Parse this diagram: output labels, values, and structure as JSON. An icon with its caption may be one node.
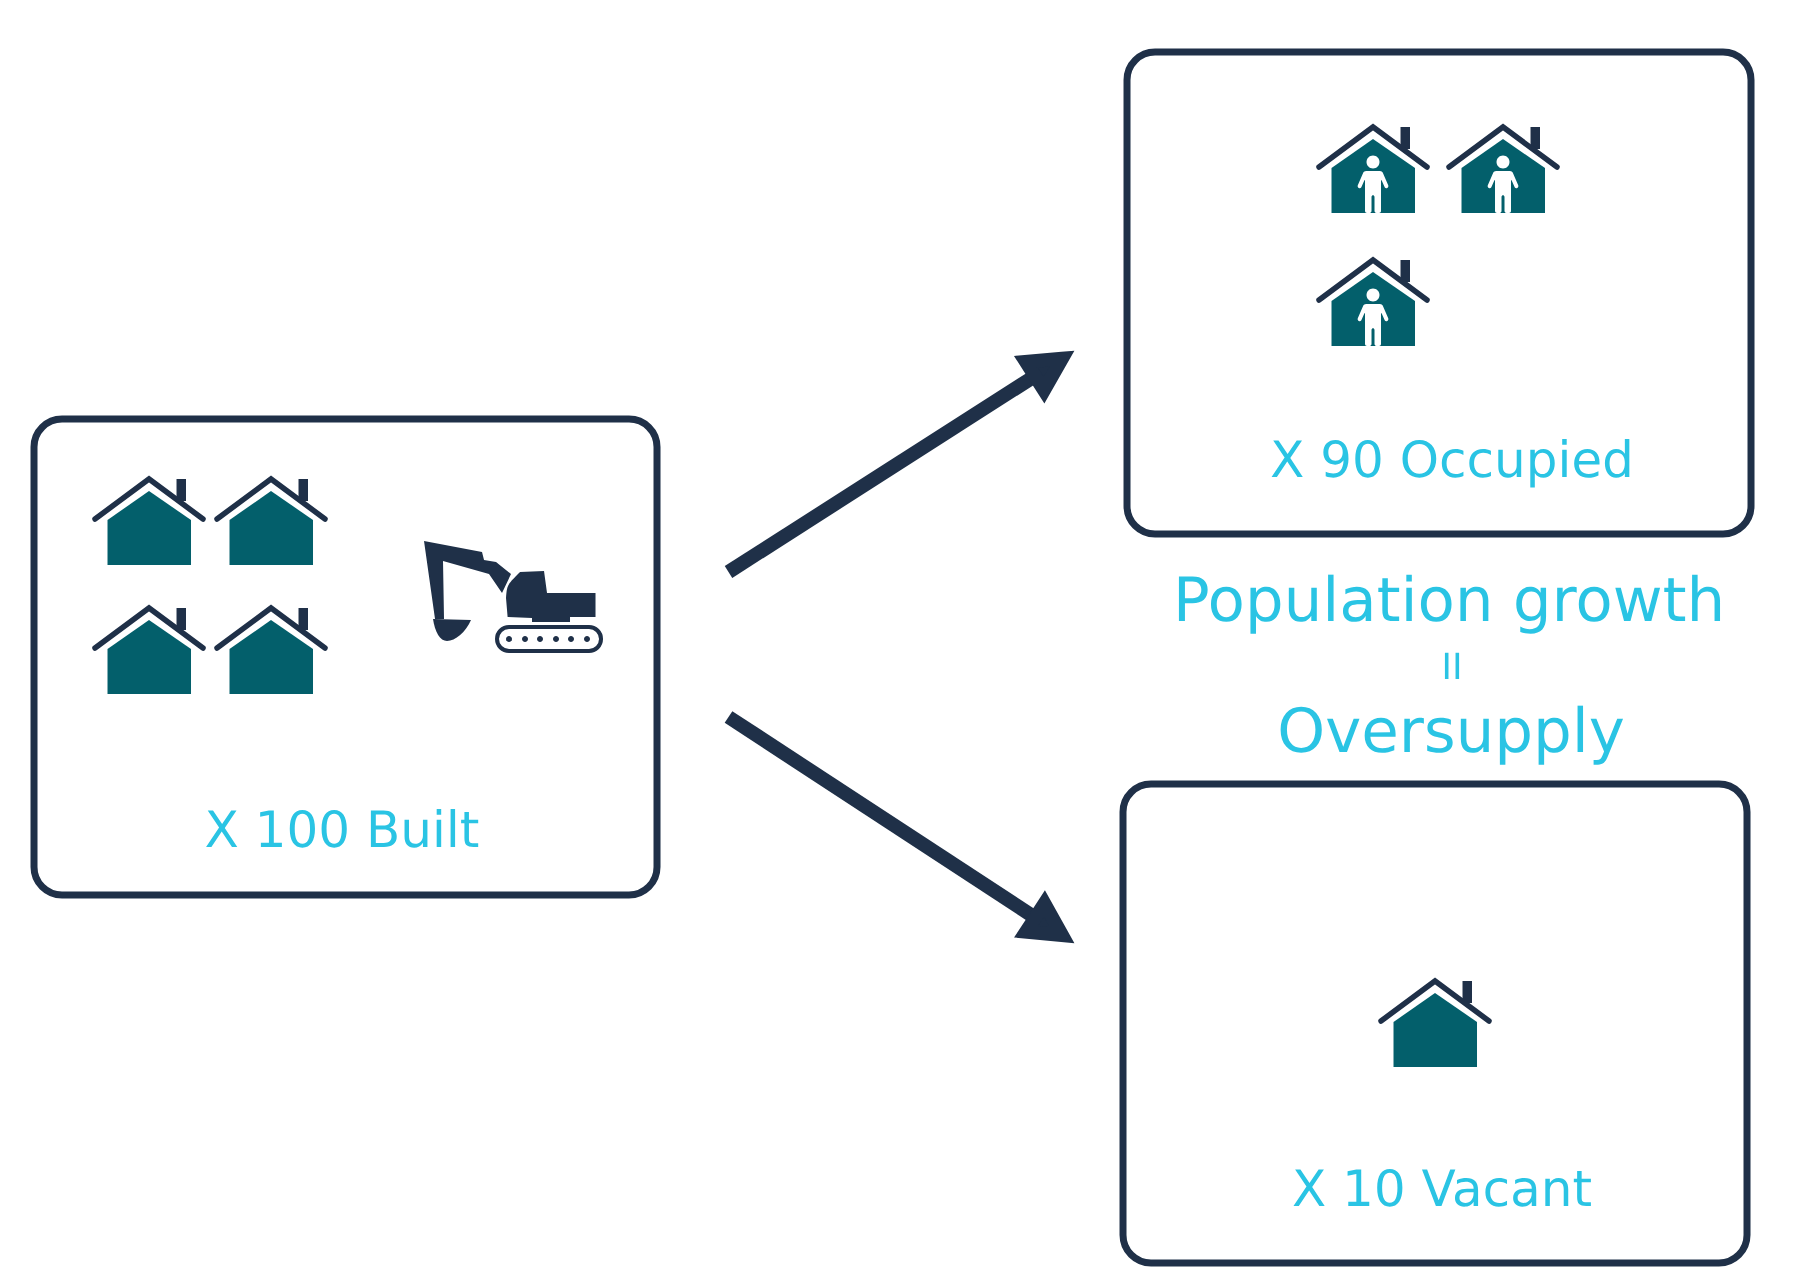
{
  "diagram": {
    "nodes": [
      {
        "text": [
          "X 100 Built"
        ]
      },
      {
        "text": [
          "X 90 Occupied"
        ]
      },
      {
        "text": [
          "X 10 Vacant"
        ]
      }
    ],
    "edges": [
      {
        "from": 0,
        "to": 1,
        "arrow": "to"
      },
      {
        "from": 0,
        "to": 2,
        "arrow": "to"
      }
    ],
    "labels": [
      "Population growth",
      "II",
      "Oversupply"
    ]
  }
}
